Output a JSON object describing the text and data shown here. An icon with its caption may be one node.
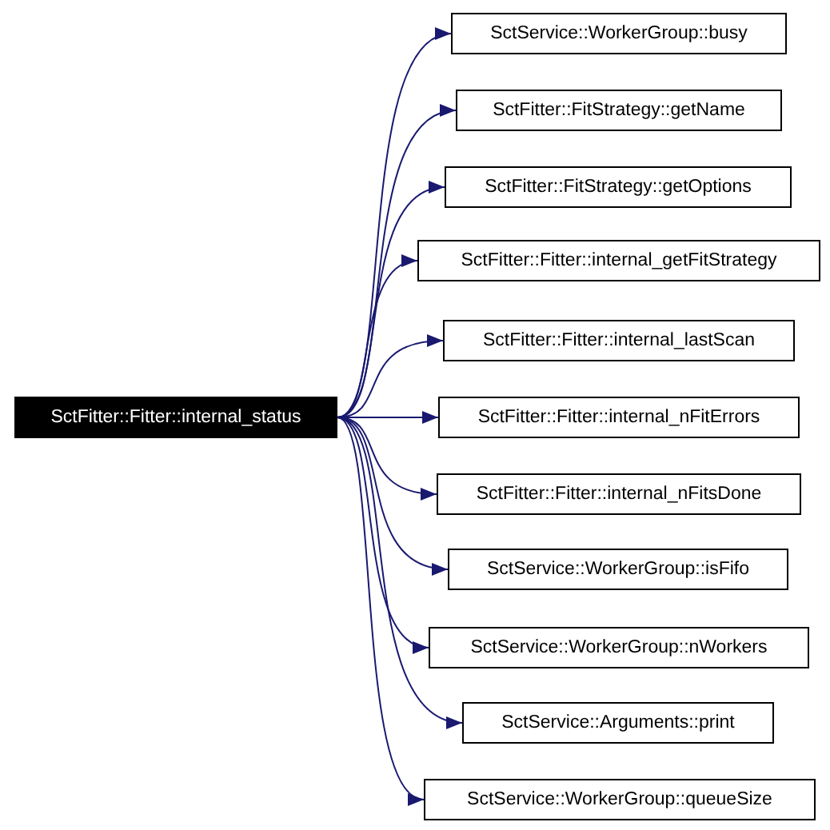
{
  "diagram": {
    "nodes": [
      {
        "text": [
          "SctFitter::Fitter::internal_status"
        ]
      },
      {
        "text": [
          "SctService::WorkerGroup::busy"
        ]
      },
      {
        "text": [
          "SctFitter::FitStrategy::getName"
        ]
      },
      {
        "text": [
          "SctFitter::FitStrategy::getOptions"
        ]
      },
      {
        "text": [
          "SctFitter::Fitter::internal_getFitStrategy"
        ]
      },
      {
        "text": [
          "SctFitter::Fitter::internal_lastScan"
        ]
      },
      {
        "text": [
          "SctFitter::Fitter::internal_nFitErrors"
        ]
      },
      {
        "text": [
          "SctFitter::Fitter::internal_nFitsDone"
        ]
      },
      {
        "text": [
          "SctService::WorkerGroup::isFifo"
        ]
      },
      {
        "text": [
          "SctService::WorkerGroup::nWorkers"
        ]
      },
      {
        "text": [
          "SctService::Arguments::print"
        ]
      },
      {
        "text": [
          "SctService::WorkerGroup::queueSize"
        ]
      }
    ],
    "edges": [
      {
        "from": 0,
        "to": 1,
        "arrow": "to"
      },
      {
        "from": 0,
        "to": 2,
        "arrow": "to"
      },
      {
        "from": 0,
        "to": 3,
        "arrow": "to"
      },
      {
        "from": 0,
        "to": 4,
        "arrow": "to"
      },
      {
        "from": 0,
        "to": 5,
        "arrow": "to"
      },
      {
        "from": 0,
        "to": 6,
        "arrow": "to"
      },
      {
        "from": 0,
        "to": 7,
        "arrow": "to"
      },
      {
        "from": 0,
        "to": 8,
        "arrow": "to"
      },
      {
        "from": 0,
        "to": 9,
        "arrow": "to"
      },
      {
        "from": 0,
        "to": 10,
        "arrow": "to"
      },
      {
        "from": 0,
        "to": 11,
        "arrow": "to"
      }
    ]
  }
}
